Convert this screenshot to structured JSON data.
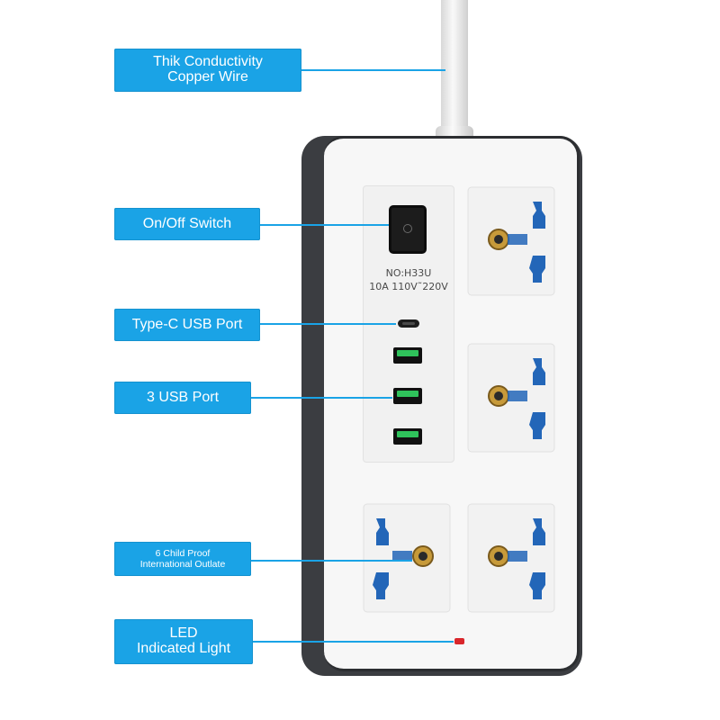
{
  "callouts": [
    {
      "id": "copper-wire",
      "lines": [
        "Thik Conductivity",
        "Copper Wire"
      ]
    },
    {
      "id": "on-off-switch",
      "lines": [
        "On/Off Switch"
      ]
    },
    {
      "id": "type-c-usb",
      "lines": [
        "Type-C USB Port"
      ]
    },
    {
      "id": "usb-ports",
      "lines": [
        "3 USB Port"
      ]
    },
    {
      "id": "child-proof-outlets",
      "lines": [
        "6 Child Proof",
        "International Outlate"
      ]
    },
    {
      "id": "led-light",
      "lines": [
        "LED",
        "Indicated Light"
      ]
    }
  ],
  "product": {
    "model": "NO:H33U",
    "rating": "10A 110V˜220V"
  },
  "colors": {
    "callout_blue": "#1aa3e6",
    "strip_dark": "#3b3d41",
    "strip_face": "#f7f7f7",
    "socket_blue": "#2366b8",
    "socket_brass": "#c79a3a",
    "usb_green": "#2fc25b",
    "led_red": "#d9262b"
  },
  "icons": [
    "power-switch-icon",
    "usb-c-port-icon",
    "usb-a-port-icon",
    "universal-socket-icon",
    "led-indicator-icon"
  ]
}
